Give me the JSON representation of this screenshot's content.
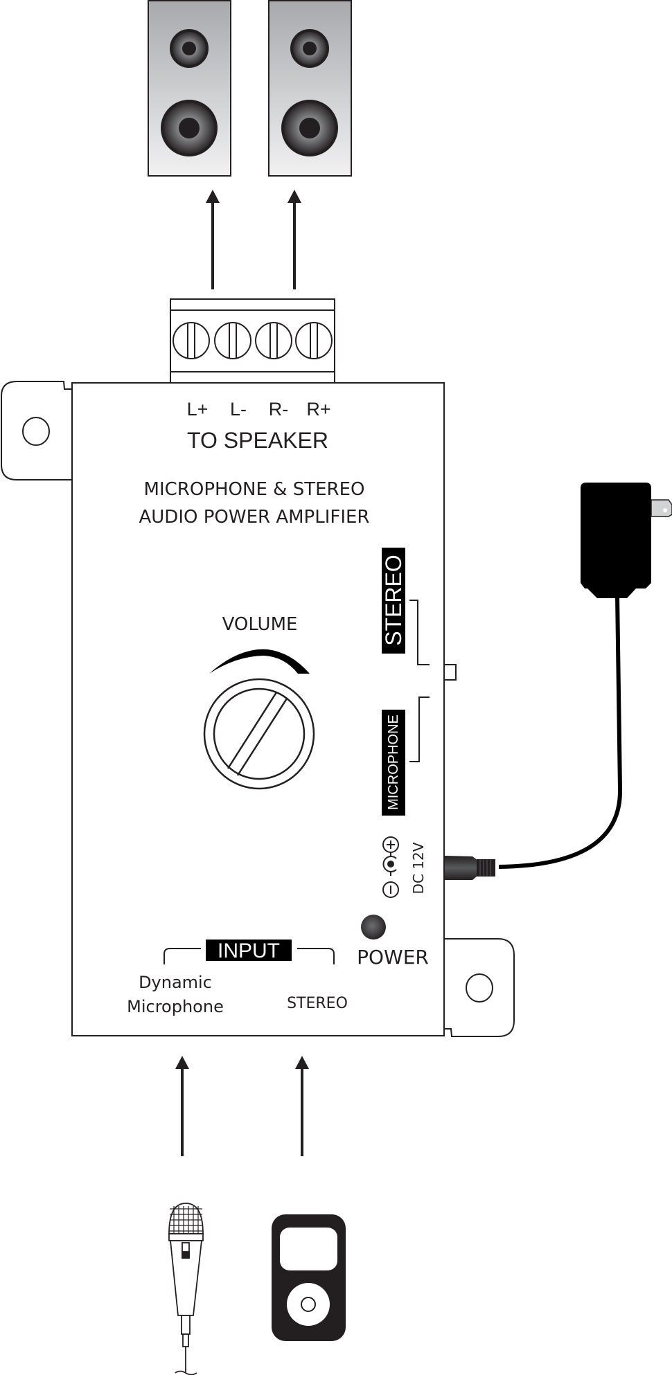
{
  "diagram": {
    "title": "Microphone & Stereo Audio Power Amplifier wiring diagram",
    "colors": {
      "ink": "#231f20",
      "black": "#000000",
      "speaker_top": "#a7a9ac",
      "speaker_bottom": "#f1f1f2",
      "plug_prong": "#d1d3d4",
      "led": "#333333"
    },
    "speakers": [
      {
        "name": "left-speaker"
      },
      {
        "name": "right-speaker"
      }
    ],
    "terminal_block": {
      "terminals": [
        "L+",
        "L-",
        "R-",
        "R+"
      ],
      "caption": "TO SPEAKER"
    },
    "amplifier": {
      "title_line1": "MICROPHONE & STEREO",
      "title_line2": "AUDIO POWER AMPLIFIER",
      "volume_label": "VOLUME",
      "switch": {
        "upper_label": "STEREO",
        "lower_label": "MICROPHONE"
      },
      "power_jack_label": "DC 12V",
      "power_led_label": "POWER",
      "input_group_label": "INPUT",
      "inputs": [
        {
          "line1": "Dynamic",
          "line2": "Microphone"
        },
        {
          "line1": "STEREO"
        }
      ]
    },
    "sources": [
      {
        "name": "dynamic-microphone"
      },
      {
        "name": "portable-music-player"
      }
    ],
    "power_adapter": {
      "name": "wall-power-adapter"
    }
  }
}
